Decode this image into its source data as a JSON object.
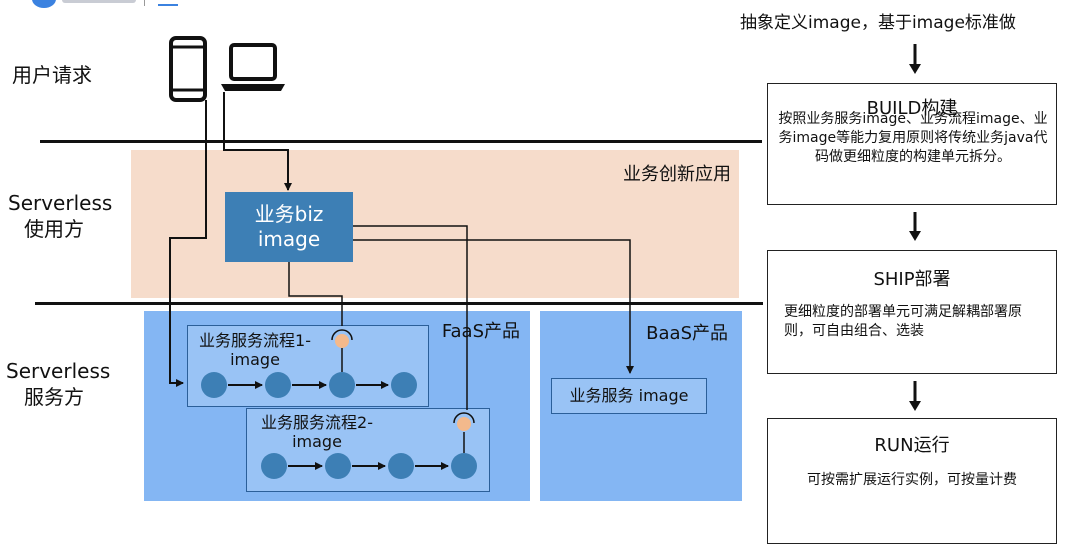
{
  "left_labels": {
    "user": "用户请求",
    "consumer_line1": "Serverless",
    "consumer_line2": "使用方",
    "provider_line1": "Serverless",
    "provider_line2": "服务方"
  },
  "zones": {
    "biz_app": "业务创新应用",
    "faas": "FaaS产品",
    "baas": "BaaS产品"
  },
  "biz_image": {
    "line1": "业务biz",
    "line2": "image"
  },
  "flows": [
    {
      "title_line1": "业务服务流程1-",
      "title_line2": "image"
    },
    {
      "title_line1": "业务服务流程2-",
      "title_line2": "image"
    }
  ],
  "service_image": "业务服务 image",
  "right_panel": {
    "header": "抽象定义image，基于image标准做",
    "build": {
      "title": "BUILD构建",
      "desc": "按照业务服务image、业务流程image、业务image等能力复用原则将传统业务java代码做更细粒度的构建单元拆分。"
    },
    "ship": {
      "title": "SHIP部署",
      "desc": "更细粒度的部署单元可满足解耦部署原则，可自由组合、选装"
    },
    "run": {
      "title": "RUN运行",
      "desc": "可按需扩展运行实例，可按量计费"
    }
  },
  "colors": {
    "biz_zone": "#f6dccb",
    "service_zone": "#84b6f3",
    "biz_image": "#3d7fb5",
    "node": "#3d7fb5",
    "trigger": "#f3b98c"
  },
  "icons": [
    "phone-icon",
    "laptop-icon",
    "brand-logo-icon"
  ]
}
